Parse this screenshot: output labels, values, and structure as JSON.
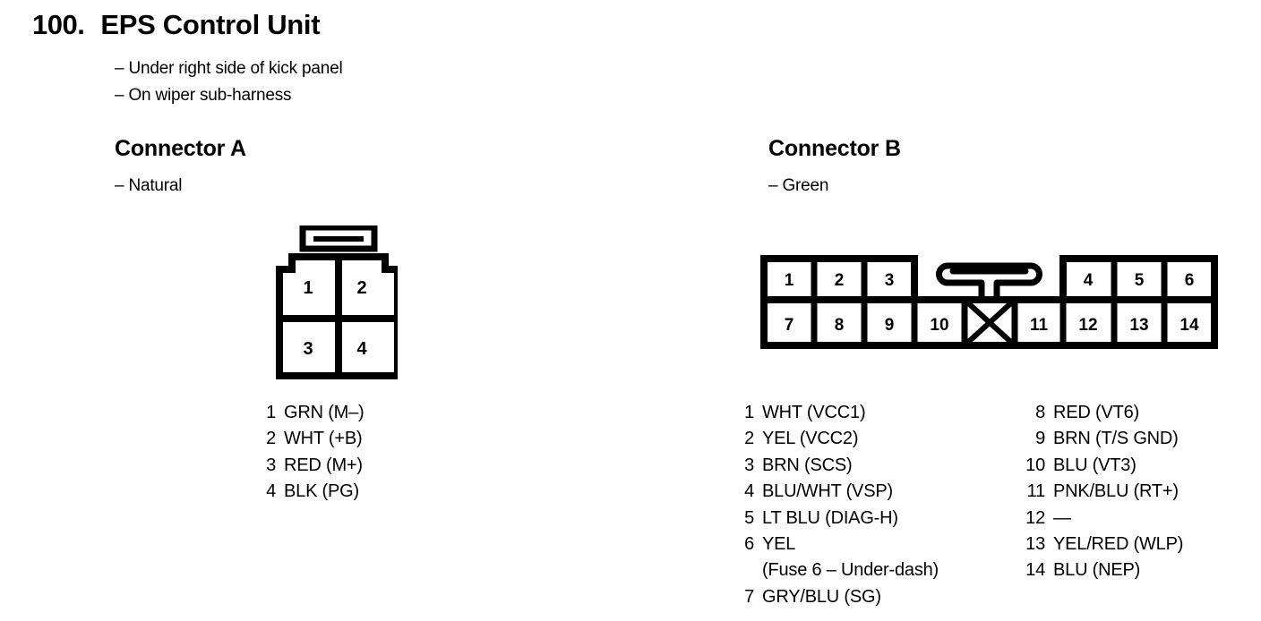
{
  "page": {
    "number": "100.",
    "title": "EPS Control Unit",
    "notes": [
      "– Under right side of kick panel",
      "– On wiper sub-harness"
    ]
  },
  "connector_a": {
    "heading": "Connector A",
    "color_note": "– Natural",
    "cavity_labels": [
      "1",
      "2",
      "3",
      "4"
    ],
    "pins": [
      {
        "no": "1",
        "desc": "GRN (M–)"
      },
      {
        "no": "2",
        "desc": "WHT (+B)"
      },
      {
        "no": "3",
        "desc": "RED (M+)"
      },
      {
        "no": "4",
        "desc": "BLK (PG)"
      }
    ]
  },
  "connector_b": {
    "heading": "Connector B",
    "color_note": "– Green",
    "cavity_labels_top": [
      "1",
      "2",
      "3",
      "4",
      "5",
      "6"
    ],
    "cavity_labels_bottom": [
      "7",
      "8",
      "9",
      "10",
      "11",
      "12",
      "13",
      "14"
    ],
    "blank_cavity_marker": "X",
    "pins_left": [
      {
        "no": "1",
        "desc": "WHT (VCC1)"
      },
      {
        "no": "2",
        "desc": "YEL (VCC2)"
      },
      {
        "no": "3",
        "desc": "BRN (SCS)"
      },
      {
        "no": "4",
        "desc": "BLU/WHT (VSP)"
      },
      {
        "no": "5",
        "desc": "LT BLU (DIAG-H)"
      },
      {
        "no": "6",
        "desc": "YEL",
        "desc2": "(Fuse 6 – Under-dash)"
      },
      {
        "no": "7",
        "desc": "GRY/BLU (SG)"
      }
    ],
    "pins_right": [
      {
        "no": "8",
        "desc": "RED (VT6)"
      },
      {
        "no": "9",
        "desc": "BRN (T/S GND)"
      },
      {
        "no": "10",
        "desc": "BLU (VT3)"
      },
      {
        "no": "11",
        "desc": "PNK/BLU (RT+)"
      },
      {
        "no": "12",
        "desc": "—"
      },
      {
        "no": "13",
        "desc": "YEL/RED (WLP)"
      },
      {
        "no": "14",
        "desc": "BLU (NEP)"
      }
    ]
  },
  "colors": {
    "ink": "#000000",
    "paper": "#ffffff"
  }
}
